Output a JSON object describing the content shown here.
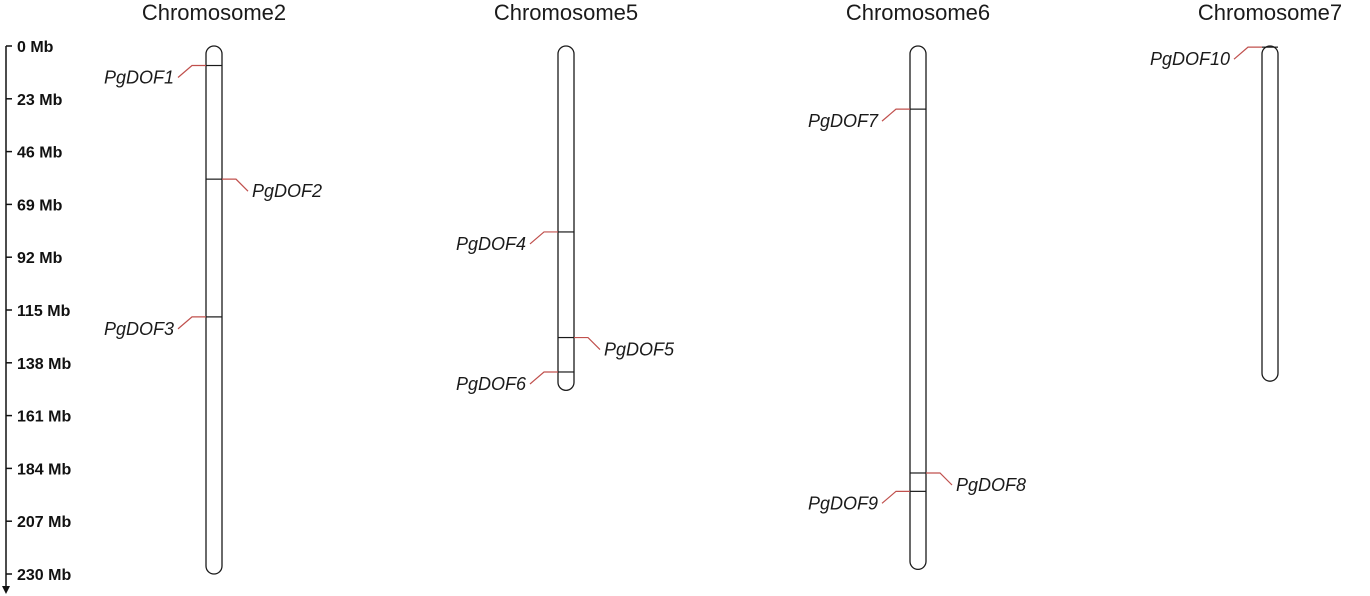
{
  "colors": {
    "leader_line": "#c0504d",
    "chromosome_outline": "#1a1a1a",
    "band": "#1a1a1a",
    "text": "#1a1a1a"
  },
  "scale": {
    "unit": "Mb",
    "ticks": [
      {
        "value": 0,
        "label": "0 Mb"
      },
      {
        "value": 23,
        "label": "23 Mb"
      },
      {
        "value": 46,
        "label": "46 Mb"
      },
      {
        "value": 69,
        "label": "69 Mb"
      },
      {
        "value": 92,
        "label": "92 Mb"
      },
      {
        "value": 115,
        "label": "115 Mb"
      },
      {
        "value": 138,
        "label": "138 Mb"
      },
      {
        "value": 161,
        "label": "161 Mb"
      },
      {
        "value": 184,
        "label": "184 Mb"
      },
      {
        "value": 207,
        "label": "207 Mb"
      },
      {
        "value": 230,
        "label": "230 Mb"
      }
    ]
  },
  "chromosomes": [
    {
      "title": "Chromosome2",
      "length_mb": 230,
      "genes": [
        {
          "name": "PgDOF1",
          "position_mb": 8.5,
          "side": "left"
        },
        {
          "name": "PgDOF2",
          "position_mb": 58,
          "side": "right"
        },
        {
          "name": "PgDOF3",
          "position_mb": 118,
          "side": "left"
        }
      ]
    },
    {
      "title": "Chromosome5",
      "length_mb": 150,
      "genes": [
        {
          "name": "PgDOF4",
          "position_mb": 81,
          "side": "left"
        },
        {
          "name": "PgDOF5",
          "position_mb": 127,
          "side": "right"
        },
        {
          "name": "PgDOF6",
          "position_mb": 142,
          "side": "left"
        }
      ]
    },
    {
      "title": "Chromosome6",
      "length_mb": 228,
      "genes": [
        {
          "name": "PgDOF7",
          "position_mb": 27.5,
          "side": "left"
        },
        {
          "name": "PgDOF8",
          "position_mb": 186,
          "side": "right"
        },
        {
          "name": "PgDOF9",
          "position_mb": 194,
          "side": "left"
        }
      ]
    },
    {
      "title": "Chromosome7",
      "length_mb": 146,
      "genes": [
        {
          "name": "PgDOF10",
          "position_mb": 0.5,
          "side": "left"
        }
      ]
    }
  ]
}
